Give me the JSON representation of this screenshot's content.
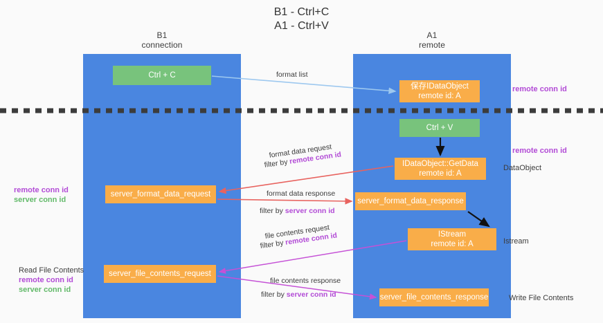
{
  "title": {
    "line1": "B1 - Ctrl+C",
    "line2": "A1 - Ctrl+V"
  },
  "columns": [
    {
      "name": "B1",
      "role": "connection",
      "color": "#4a86e0"
    },
    {
      "name": "A1",
      "role": "remote",
      "color": "#4a86e0"
    }
  ],
  "colors": {
    "band": "#4a86e0",
    "green_node": "#78c37c",
    "orange_node": "#f9ad49",
    "purple_text": "#b24bd6",
    "green_text": "#63ba6a",
    "blue_arrow": "#9dc8ef",
    "red_arrow": "#e8635f",
    "magenta_arrow": "#c551d6",
    "black_arrow": "#000000",
    "divider": "#3c3c3c",
    "background": "#fafafa"
  },
  "nodes": {
    "ctrl_c": {
      "label": "Ctrl + C",
      "style": "green"
    },
    "dataobject_store": {
      "line1": "保存IDataObject",
      "line2": "remote id: A",
      "style": "orange"
    },
    "ctrl_v": {
      "label": "Ctrl + V",
      "style": "green"
    },
    "getdata": {
      "line1": "IDataObject::GetData",
      "line2": "remote id: A",
      "style": "orange"
    },
    "server_format_data_request": {
      "label": "server_format_data_request",
      "style": "orange"
    },
    "server_format_data_response": {
      "label": "server_format_data_response",
      "style": "orange"
    },
    "istream": {
      "line1": "IStream",
      "line2": "remote id: A",
      "style": "orange"
    },
    "server_file_contents_request": {
      "label": "server_file_contents_request",
      "style": "orange"
    },
    "server_file_contents_response": {
      "label": "server_file_contents_response",
      "style": "orange"
    }
  },
  "edge_labels": {
    "format_list": "format list",
    "format_data_request": "format data request",
    "format_data_request_filter_prefix": "filter by ",
    "format_data_request_filter_key": "remote conn id",
    "format_data_response": "format data response",
    "format_data_response_filter_prefix": "filter by ",
    "format_data_response_filter_key": "server conn id",
    "file_contents_request": "file contents request",
    "file_contents_request_filter_prefix": "filter by ",
    "file_contents_request_filter_key": "remote conn id",
    "file_contents_response": "file contents response",
    "file_contents_response_filter_prefix": "filter by ",
    "file_contents_response_filter_key": "server conn id"
  },
  "annotations": {
    "right_remote_conn_id_top": "remote conn id",
    "right_remote_conn_id_mid": "remote conn id",
    "right_dataobject": "DataObject",
    "right_istream": "Istream",
    "right_write_file_contents": "Write File Contents",
    "left_mid_remote": "remote conn id",
    "left_mid_server": "server conn id",
    "left_bottom_read": "Read File Contents",
    "left_bottom_remote": "remote conn id",
    "left_bottom_server": "server conn id"
  }
}
